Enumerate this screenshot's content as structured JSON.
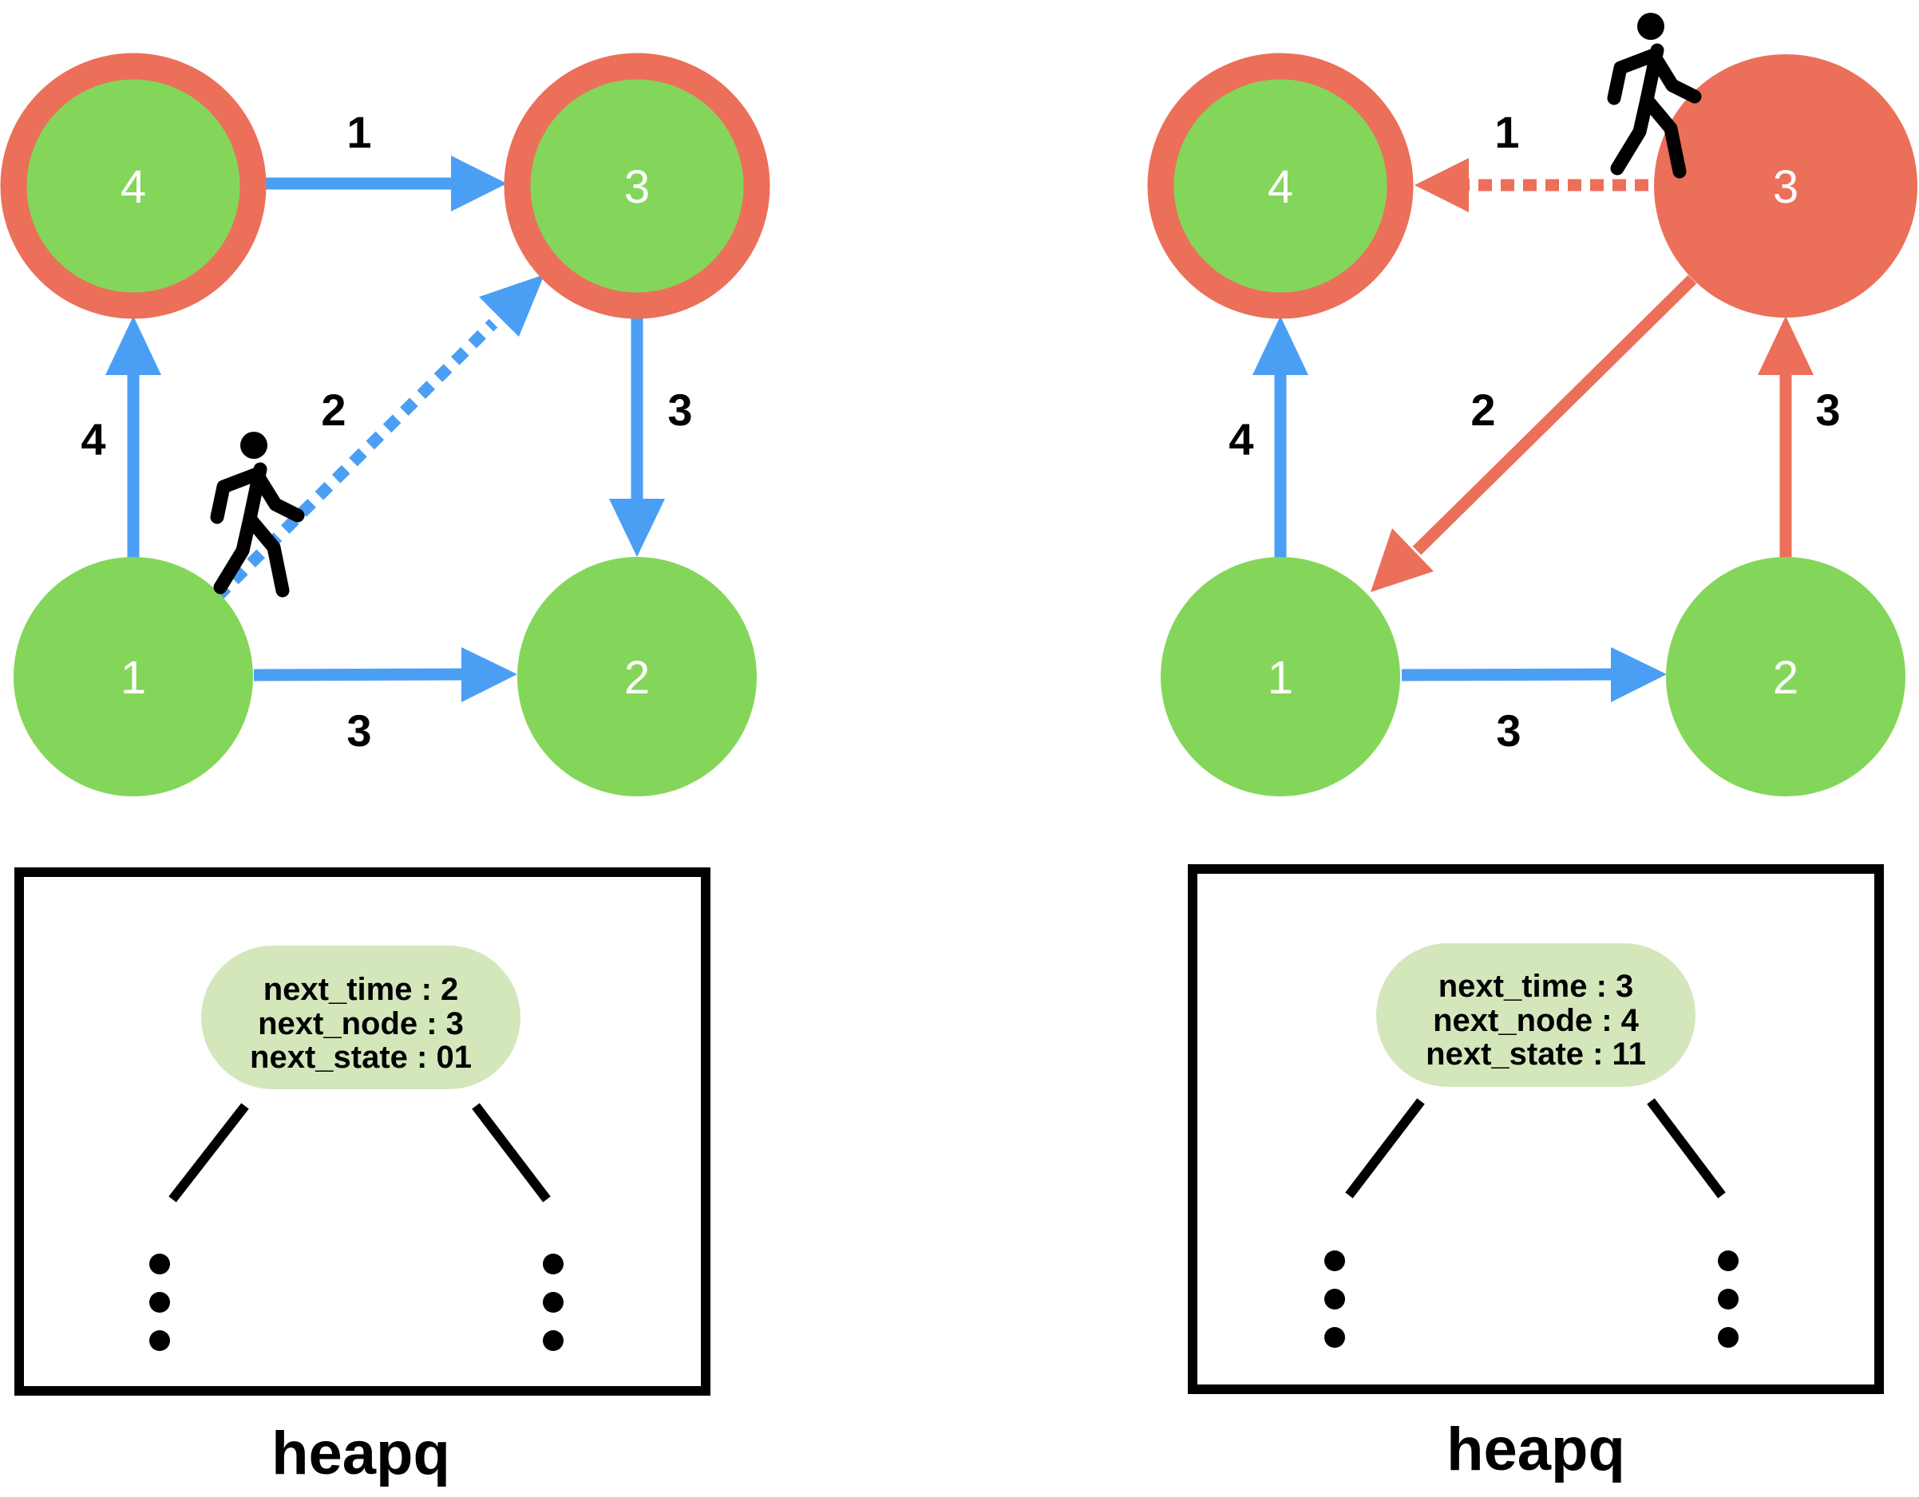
{
  "colors": {
    "node_fill": "#84D65A",
    "node_visited": "#EC6F59",
    "edge_blue": "#4A9FF5",
    "edge_red": "#EC6F59",
    "heap_node_fill": "#D3E7BB",
    "ink": "#000000"
  },
  "panels": [
    {
      "nodes": [
        {
          "id": "1",
          "label": "1",
          "visited": false,
          "current": false
        },
        {
          "id": "2",
          "label": "2",
          "visited": false,
          "current": false
        },
        {
          "id": "3",
          "label": "3",
          "visited": true,
          "current": false
        },
        {
          "id": "4",
          "label": "4",
          "visited": true,
          "current": false
        }
      ],
      "edges": [
        {
          "from": "4",
          "to": "3",
          "weight": "1",
          "style": "blue-solid"
        },
        {
          "from": "1",
          "to": "4",
          "weight": "4",
          "style": "blue-solid"
        },
        {
          "from": "1",
          "to": "3",
          "weight": "2",
          "style": "blue-dotted"
        },
        {
          "from": "3",
          "to": "2",
          "weight": "3",
          "style": "blue-solid"
        },
        {
          "from": "1",
          "to": "2",
          "weight": "3",
          "style": "blue-solid"
        }
      ],
      "walker_icon": "walking-person-icon",
      "heap": {
        "title": "heapq",
        "top": {
          "next_time": "next_time : 2",
          "next_node": "next_node : 3",
          "next_state": "next_state : 01"
        }
      }
    },
    {
      "nodes": [
        {
          "id": "1",
          "label": "1",
          "visited": false,
          "current": false
        },
        {
          "id": "2",
          "label": "2",
          "visited": false,
          "current": false
        },
        {
          "id": "3",
          "label": "3",
          "visited": true,
          "current": true
        },
        {
          "id": "4",
          "label": "4",
          "visited": true,
          "current": false
        }
      ],
      "edges": [
        {
          "from": "3",
          "to": "4",
          "weight": "1",
          "style": "red-dotted"
        },
        {
          "from": "1",
          "to": "4",
          "weight": "4",
          "style": "blue-solid"
        },
        {
          "from": "3",
          "to": "1",
          "weight": "2",
          "style": "red-solid"
        },
        {
          "from": "2",
          "to": "3",
          "weight": "3",
          "style": "red-solid"
        },
        {
          "from": "1",
          "to": "2",
          "weight": "3",
          "style": "blue-solid"
        }
      ],
      "walker_icon": "walking-person-icon",
      "heap": {
        "title": "heapq",
        "top": {
          "next_time": "next_time : 3",
          "next_node": "next_node : 4",
          "next_state": "next_state : 11"
        }
      }
    }
  ]
}
